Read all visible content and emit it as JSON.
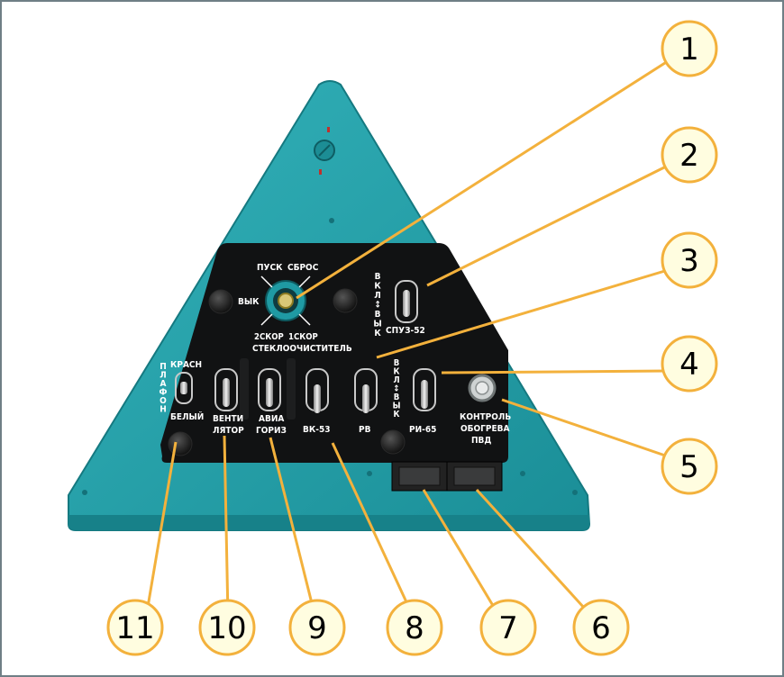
{
  "panel": {
    "wiper": {
      "pusk": "ПУСК",
      "sbros": "СБРОС",
      "vyk": "ВЫК",
      "skor2": "2СКОР",
      "skor1": "1СКОР",
      "title": "СТЕКЛООЧИСТИТЕЛЬ"
    },
    "spuz": {
      "vkl_vyk": [
        "В",
        "К",
        "Л",
        "↕",
        "В",
        "Ы",
        "К"
      ],
      "label": "СПУЗ-52"
    },
    "plafon": {
      "vertical": [
        "П",
        "Л",
        "А",
        "Ф",
        "О",
        "Н"
      ],
      "krasn": "КРАСН",
      "bely": "БЕЛЫЙ"
    },
    "switches": {
      "ventilyator_1": "ВЕНТИ",
      "ventilyator_2": "ЛЯТОР",
      "aviagoriz_1": "АВИА",
      "aviagoriz_2": "ГОРИЗ",
      "vk53": "ВК-53",
      "rv": "РВ",
      "ri65": "РИ-65",
      "vkl_vyk": [
        "В",
        "К",
        "Л",
        "↕",
        "В",
        "Ы",
        "К"
      ]
    },
    "pvd": {
      "line1": "КОНТРОЛЬ",
      "line2": "ОБОГРЕВА",
      "line3": "ПВД"
    }
  },
  "callouts": [
    "1",
    "2",
    "3",
    "4",
    "5",
    "6",
    "7",
    "8",
    "9",
    "10",
    "11"
  ],
  "colors": {
    "housing": "#1f9aa3",
    "housing_dark": "#16787f",
    "panel_black": "#111213",
    "callout_fill": "#fffde0",
    "callout_stroke": "#f3b13c",
    "frame": "#6f7f86"
  }
}
